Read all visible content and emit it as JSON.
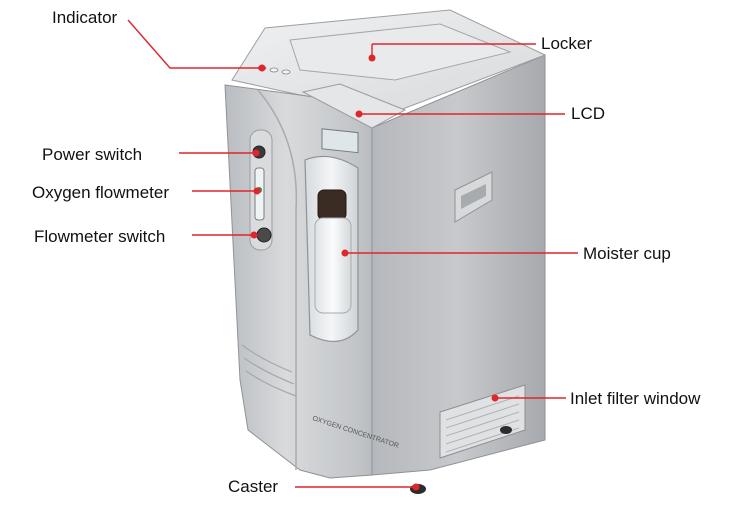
{
  "colors": {
    "leader_line": "#e0262b",
    "body_silver": "#c9cbce",
    "body_dark": "#9a9da1",
    "top_light": "#e6e7e9",
    "label_text": "#111111"
  },
  "labels": {
    "indicator": "Indicator",
    "locker": "Locker",
    "lcd": "LCD",
    "power_switch": "Power switch",
    "oxygen_flowmeter": "Oxygen flowmeter",
    "flowmeter_switch": "Flowmeter switch",
    "moister_cup": "Moister cup",
    "inlet_filter_window": "Inlet filter window",
    "caster": "Caster"
  },
  "device": {
    "front_text": "OXYGEN CONCENTRATOR"
  }
}
